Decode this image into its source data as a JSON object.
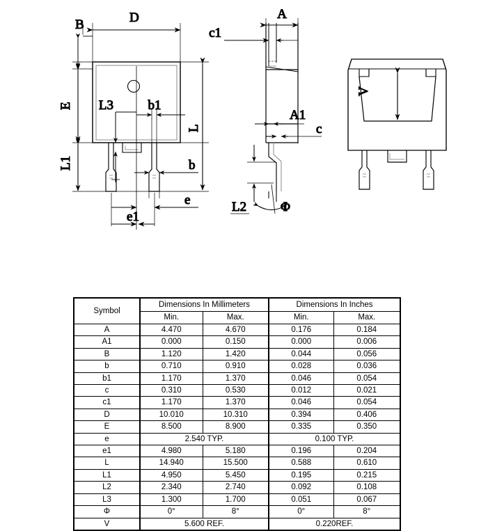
{
  "drawing": {
    "title": "TO-263 / D2PAK package outline drawing",
    "views": [
      {
        "name": "front-view",
        "label": ""
      },
      {
        "name": "side-view",
        "label": ""
      },
      {
        "name": "rear-view",
        "label": ""
      }
    ],
    "labels": {
      "B": "B",
      "D": "D",
      "E": "E",
      "L": "L",
      "L1": "L1",
      "L2": "L2",
      "L3": "L3",
      "b": "b",
      "b1": "b1",
      "e": "e",
      "e1": "e1",
      "A": "A",
      "A1": "A1",
      "c": "c",
      "c1": "c1",
      "phi": "Φ",
      "V": "V"
    }
  },
  "table": {
    "symbol_header": "Symbol",
    "group_headers": [
      "Dimensions In Millimeters",
      "Dimensions In Inches"
    ],
    "sub_headers": [
      "Min.",
      "Max.",
      "Min.",
      "Max."
    ],
    "rows": [
      {
        "symbol": "A",
        "mm_min": "4.470",
        "mm_max": "4.670",
        "in_min": "0.176",
        "in_max": "0.184",
        "span": false
      },
      {
        "symbol": "A1",
        "mm_min": "0.000",
        "mm_max": "0.150",
        "in_min": "0.000",
        "in_max": "0.006",
        "span": false
      },
      {
        "symbol": "B",
        "mm_min": "1.120",
        "mm_max": "1.420",
        "in_min": "0.044",
        "in_max": "0.056",
        "span": false
      },
      {
        "symbol": "b",
        "mm_min": "0.710",
        "mm_max": "0.910",
        "in_min": "0.028",
        "in_max": "0.036",
        "span": false
      },
      {
        "symbol": "b1",
        "mm_min": "1.170",
        "mm_max": "1.370",
        "in_min": "0.046",
        "in_max": "0.054",
        "span": false
      },
      {
        "symbol": "c",
        "mm_min": "0.310",
        "mm_max": "0.530",
        "in_min": "0.012",
        "in_max": "0.021",
        "span": false
      },
      {
        "symbol": "c1",
        "mm_min": "1.170",
        "mm_max": "1.370",
        "in_min": "0.046",
        "in_max": "0.054",
        "span": false
      },
      {
        "symbol": "D",
        "mm_min": "10.010",
        "mm_max": "10.310",
        "in_min": "0.394",
        "in_max": "0.406",
        "span": false
      },
      {
        "symbol": "E",
        "mm_min": "8.500",
        "mm_max": "8.900",
        "in_min": "0.335",
        "in_max": "0.350",
        "span": false
      },
      {
        "symbol": "e",
        "mm_span": "2.540 TYP.",
        "in_span": "0.100 TYP.",
        "span": true
      },
      {
        "symbol": "e1",
        "mm_min": "4.980",
        "mm_max": "5.180",
        "in_min": "0.196",
        "in_max": "0.204",
        "span": false
      },
      {
        "symbol": "L",
        "mm_min": "14.940",
        "mm_max": "15.500",
        "in_min": "0.588",
        "in_max": "0.610",
        "span": false
      },
      {
        "symbol": "L1",
        "mm_min": "4.950",
        "mm_max": "5.450",
        "in_min": "0.195",
        "in_max": "0.215",
        "span": false
      },
      {
        "symbol": "L2",
        "mm_min": "2.340",
        "mm_max": "2.740",
        "in_min": "0.092",
        "in_max": "0.108",
        "span": false
      },
      {
        "symbol": "L3",
        "mm_min": "1.300",
        "mm_max": "1.700",
        "in_min": "0.051",
        "in_max": "0.067",
        "span": false
      },
      {
        "symbol": "Φ",
        "mm_min": "0°",
        "mm_max": "8°",
        "in_min": "0°",
        "in_max": "8°",
        "span": false
      },
      {
        "symbol": "V",
        "mm_span": "5.600 REF.",
        "in_span": "0.220REF.",
        "span": true
      }
    ]
  }
}
